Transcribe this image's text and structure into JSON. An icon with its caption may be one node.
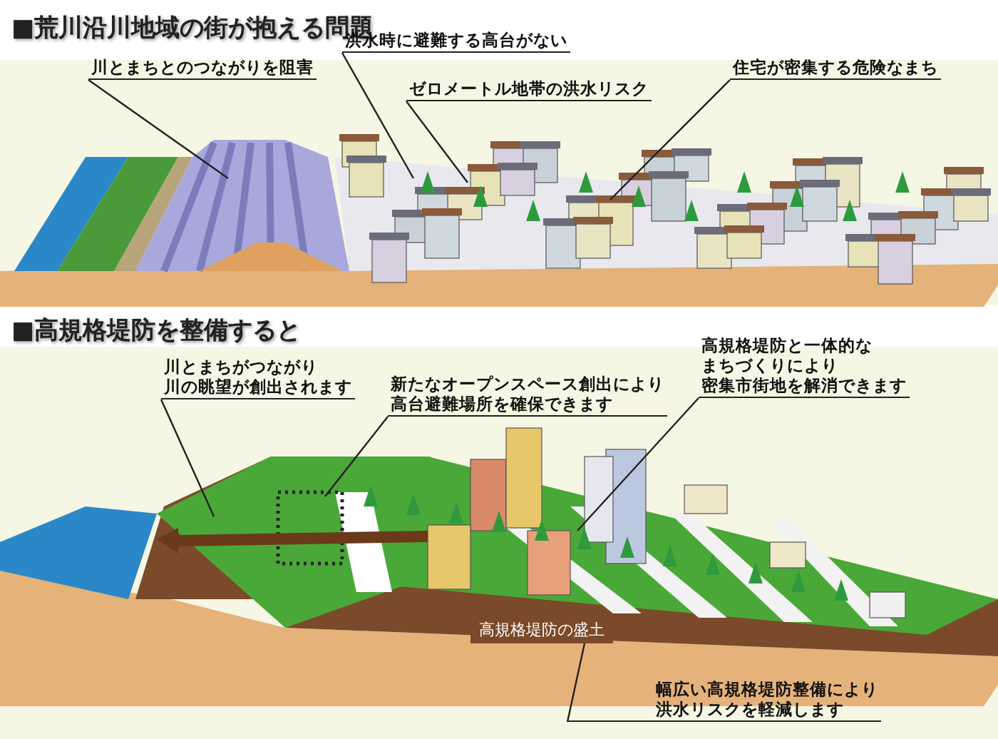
{
  "diagram": {
    "nodes": [
      {
        "text": [
          "川とまちとのつながりを阻害"
        ]
      },
      {
        "text": [
          "洪水時に避難する高台がない"
        ]
      },
      {
        "text": [
          "ゼロメートル地帯の洪水リスク"
        ]
      },
      {
        "text": [
          "住宅が密集する危険なまち"
        ]
      },
      {
        "text": [
          "川とまちがつながり川の眺望が創出されます"
        ]
      },
      {
        "text": [
          "新たなオープンスペース創出により高台避難場所を確保できます"
        ]
      },
      {
        "text": [
          "高規格堤防と一体的なまちづくりにより密集市街地を解消できます"
        ]
      },
      {
        "text": [
          "幅広い高規格堤防整備により洪水リスクを軽減します"
        ]
      },
      {
        "text": [
          "高規格堤防の盛土"
        ]
      }
    ],
    "edges": [
      {
        "from": 0,
        "to": null,
        "arrow": "none"
      },
      {
        "from": 1,
        "to": null,
        "arrow": "none"
      },
      {
        "from": 2,
        "to": null,
        "arrow": "none"
      },
      {
        "from": 3,
        "to": null,
        "arrow": "none"
      },
      {
        "from": 4,
        "to": null,
        "arrow": "none"
      },
      {
        "from": 5,
        "to": null,
        "arrow": "none"
      },
      {
        "from": 6,
        "to": null,
        "arrow": "none"
      },
      {
        "from": 7,
        "to": 8,
        "arrow": "none"
      }
    ],
    "labels": [
      "■荒川沿川地域の街が抱える問題",
      "■高規格堤防を整備すると"
    ]
  }
}
